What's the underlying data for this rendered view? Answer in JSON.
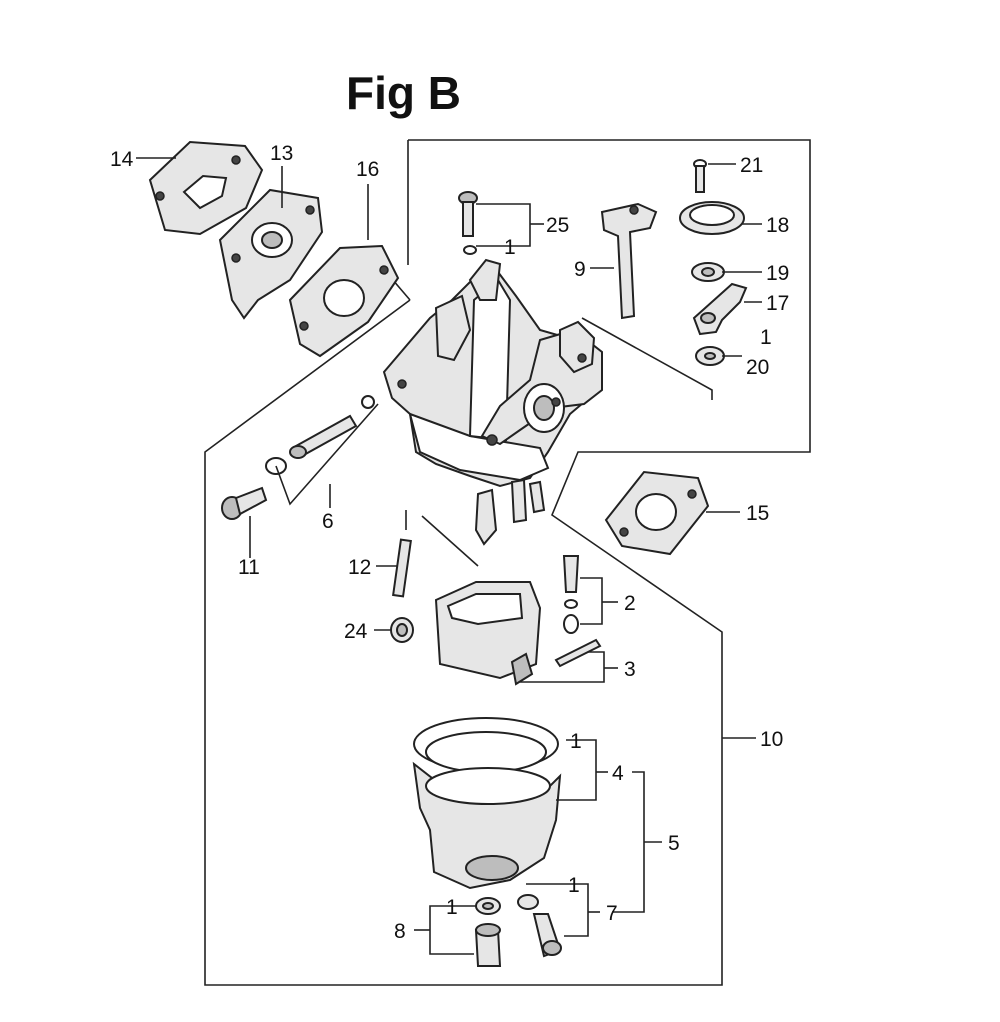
{
  "title": "Fig B",
  "callouts": {
    "p1a": "1",
    "p1b": "1",
    "p1c": "1",
    "p1d": "1",
    "p1e": "1",
    "p2": "2",
    "p3": "3",
    "p4": "4",
    "p5": "5",
    "p6": "6",
    "p7": "7",
    "p8": "8",
    "p9": "9",
    "p10": "10",
    "p11": "11",
    "p12": "12",
    "p13": "13",
    "p14": "14",
    "p15": "15",
    "p16": "16",
    "p17": "17",
    "p18": "18",
    "p19": "19",
    "p20": "20",
    "p21": "21",
    "p24": "24",
    "p25": "25"
  }
}
